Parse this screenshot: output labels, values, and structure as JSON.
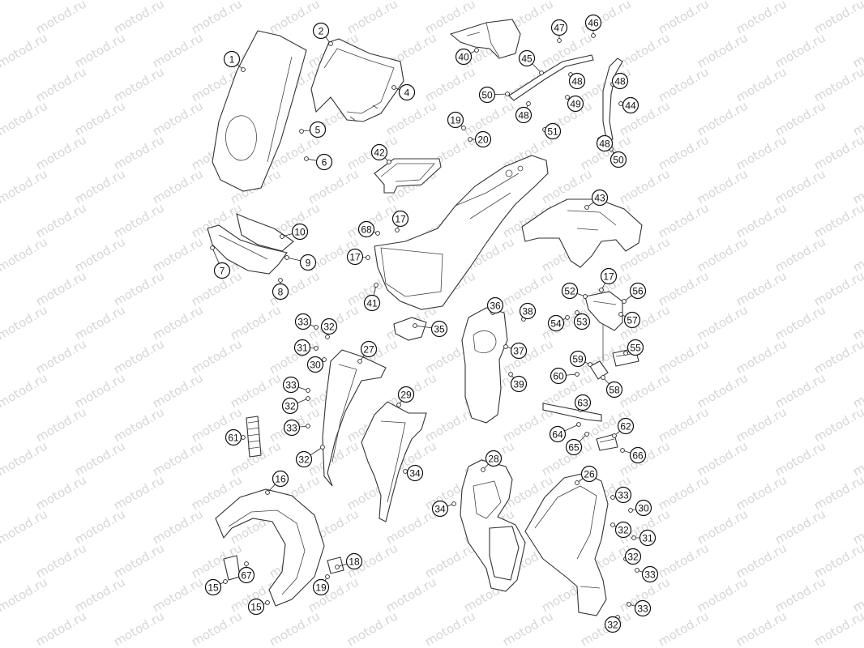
{
  "watermark": "motod.ru",
  "callouts": [
    {
      "label": "1"
    },
    {
      "label": "2"
    },
    {
      "label": "4"
    },
    {
      "label": "5"
    },
    {
      "label": "6"
    },
    {
      "label": "7"
    },
    {
      "label": "8"
    },
    {
      "label": "9"
    },
    {
      "label": "10"
    },
    {
      "label": "40"
    },
    {
      "label": "45"
    },
    {
      "label": "47"
    },
    {
      "label": "46"
    },
    {
      "label": "48"
    },
    {
      "label": "50"
    },
    {
      "label": "48"
    },
    {
      "label": "49"
    },
    {
      "label": "44"
    },
    {
      "label": "48"
    },
    {
      "label": "51"
    },
    {
      "label": "48"
    },
    {
      "label": "50"
    },
    {
      "label": "19"
    },
    {
      "label": "20"
    },
    {
      "label": "42"
    },
    {
      "label": "43"
    },
    {
      "label": "68"
    },
    {
      "label": "17"
    },
    {
      "label": "17"
    },
    {
      "label": "41"
    },
    {
      "label": "52"
    },
    {
      "label": "17"
    },
    {
      "label": "56"
    },
    {
      "label": "54"
    },
    {
      "label": "53"
    },
    {
      "label": "57"
    },
    {
      "label": "36"
    },
    {
      "label": "38"
    },
    {
      "label": "37"
    },
    {
      "label": "39"
    },
    {
      "label": "35"
    },
    {
      "label": "33"
    },
    {
      "label": "32"
    },
    {
      "label": "31"
    },
    {
      "label": "30"
    },
    {
      "label": "27"
    },
    {
      "label": "33"
    },
    {
      "label": "32"
    },
    {
      "label": "33"
    },
    {
      "label": "32"
    },
    {
      "label": "29"
    },
    {
      "label": "61"
    },
    {
      "label": "34"
    },
    {
      "label": "59"
    },
    {
      "label": "55"
    },
    {
      "label": "60"
    },
    {
      "label": "58"
    },
    {
      "label": "63"
    },
    {
      "label": "64"
    },
    {
      "label": "62"
    },
    {
      "label": "65"
    },
    {
      "label": "66"
    },
    {
      "label": "28"
    },
    {
      "label": "34"
    },
    {
      "label": "26"
    },
    {
      "label": "33"
    },
    {
      "label": "30"
    },
    {
      "label": "32"
    },
    {
      "label": "31"
    },
    {
      "label": "32"
    },
    {
      "label": "33"
    },
    {
      "label": "33"
    },
    {
      "label": "32"
    },
    {
      "label": "16"
    },
    {
      "label": "18"
    },
    {
      "label": "67"
    },
    {
      "label": "15"
    },
    {
      "label": "19"
    },
    {
      "label": "15"
    }
  ]
}
